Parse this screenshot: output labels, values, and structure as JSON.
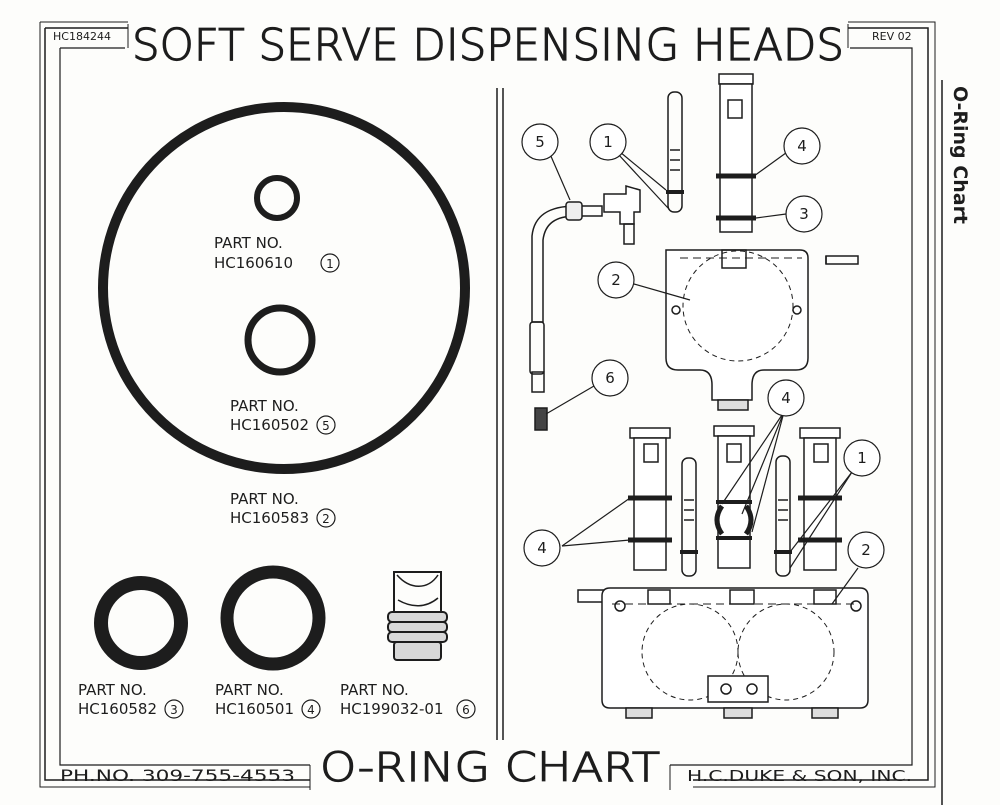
{
  "header": {
    "doc_number": "HC184244",
    "title": "SOFT SERVE DISPENSING HEADS",
    "revision": "REV 02"
  },
  "side_tab": {
    "label": "O-Ring Chart"
  },
  "parts": [
    {
      "label": "PART NO.",
      "number": "HC160610",
      "callout": "1"
    },
    {
      "label": "PART NO.",
      "number": "HC160502",
      "callout": "5"
    },
    {
      "label": "PART NO.",
      "number": "HC160583",
      "callout": "2"
    },
    {
      "label": "PART NO.",
      "number": "HC160582",
      "callout": "3"
    },
    {
      "label": "PART NO.",
      "number": "HC160501",
      "callout": "4"
    },
    {
      "label": "PART NO.",
      "number": "HC199032-01",
      "callout": "6"
    }
  ],
  "assembly_callouts": {
    "top": [
      "5",
      "1",
      "4",
      "3",
      "2",
      "6"
    ],
    "bottom": [
      "4",
      "1",
      "4",
      "2"
    ]
  },
  "footer": {
    "phone": "PH.NO. 309-755-4553",
    "chart_title": "O-RING CHART",
    "company": "H.C.DUKE & SON, INC."
  },
  "colors": {
    "ink": "#1d1d1d",
    "paper": "#fdfdfb"
  }
}
